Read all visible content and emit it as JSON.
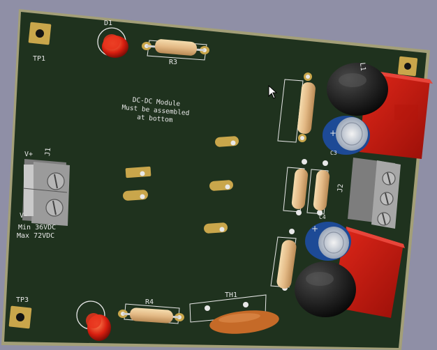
{
  "colors": {
    "background": "#8f8fa6",
    "board": "#1f321e",
    "board_edge": "#a39f78",
    "pad": "#c9a64b",
    "silk": "#e8e8e8",
    "resistor": "#e8c48f",
    "led": "#d81e0f",
    "inductor": "#c4170f",
    "ferrite": "#171717",
    "capacitor": "#1d4a96",
    "terminal": "#9b9b9b",
    "thermistor": "#c56a28"
  },
  "labels": {
    "tp1": "TP1",
    "tp3": "TP3",
    "d1": "D1",
    "r3": "R3",
    "r4": "R4",
    "th1": "TH1",
    "j1": "J1",
    "j2": "J2",
    "l1": "L1",
    "c3": "C3",
    "c4": "C4",
    "vplus": "V+",
    "vminus": "V-",
    "module_line1": "DC-DC Module",
    "module_line2": "Must be assembled",
    "module_line3": "at bottom",
    "voltage_min": "Min 36VDC",
    "voltage_max": "Max 72VDC"
  },
  "icons": {
    "cursor": "arrow-cursor-icon"
  }
}
